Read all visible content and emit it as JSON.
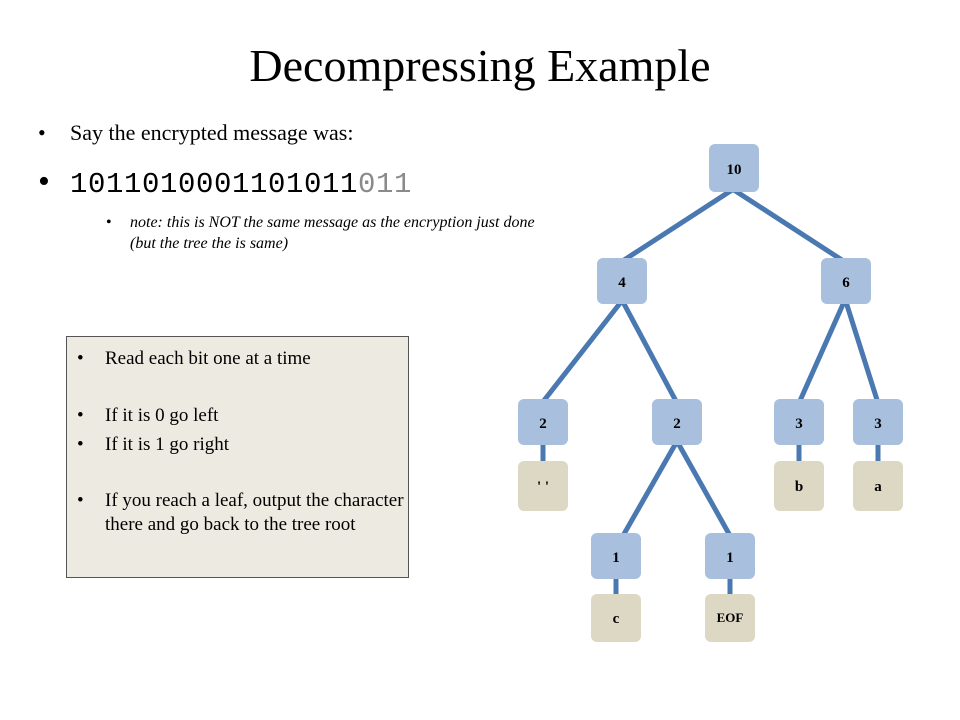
{
  "title": "Decompressing Example",
  "bullets": {
    "b1": "Say the encrypted message was:",
    "bits_main": "1011010001101011",
    "bits_tail": "011",
    "note": "note: this is NOT the same message as the encryption just done (but the tree the is same)"
  },
  "rules": [
    "Read each bit one at a time",
    "If it is 0 go left",
    "If it is 1 go right",
    "If you reach a leaf, output the character there and go back to the tree root"
  ],
  "bullet_glyph": "•",
  "tree": {
    "root": "10",
    "left": "4",
    "right": "6",
    "ll": "2",
    "lr": "2",
    "rl": "3",
    "rr": "3",
    "lrl": "1",
    "lrr": "1",
    "leaf_ll": "' '",
    "leaf_rl": "b",
    "leaf_rr": "a",
    "leaf_lrl": "c",
    "leaf_lrr": "EOF"
  },
  "colors": {
    "node_fill": "#a8c0de",
    "leaf_fill": "#ddd8c3",
    "edge": "#4a78b0",
    "box_fill": "#edeae1"
  }
}
